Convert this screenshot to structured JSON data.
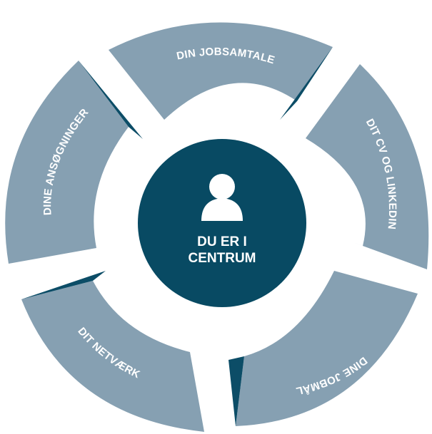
{
  "center": {
    "line1": "DU ER I",
    "line2": "CENTRUM",
    "icon": "person-icon"
  },
  "segments": [
    {
      "label": "DIN JOBSAMTALE"
    },
    {
      "label": "DIT CV OG LINKEDIN"
    },
    {
      "label": "DINE JOBMÅL"
    },
    {
      "label": "DIT NETVÆRK"
    },
    {
      "label": "DINE ANSØGNINGER"
    }
  ],
  "colors": {
    "segment": "#86a0b2",
    "segment_dark": "#0c4d67",
    "center": "#084a63",
    "background": "#ffffff",
    "text": "#ffffff"
  }
}
